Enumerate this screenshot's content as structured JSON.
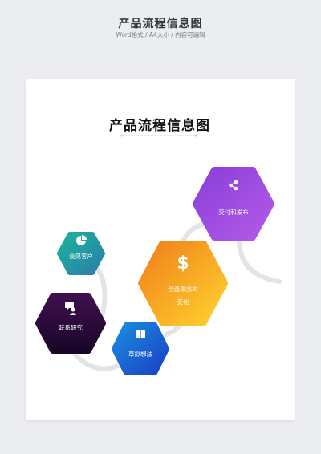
{
  "header": {
    "title": "产品流程信息图",
    "subtitle": "Word格式 / A4大小 / 内容可编辑"
  },
  "document": {
    "title": "产品流程信息图"
  },
  "steps": [
    {
      "label": "联系研究",
      "icon": "chat-person-icon"
    },
    {
      "label": "会见客户",
      "icon": "pie-chart-icon"
    },
    {
      "label": "草拟想法",
      "icon": "book-icon"
    },
    {
      "label_line1": "创造概念的",
      "label_line2": "变化",
      "icon": "dollar-icon"
    },
    {
      "label": "交付和发布",
      "icon": "share-icon"
    }
  ],
  "colors": {
    "purple_dark": "#2a0a3a",
    "teal": "#1ab39b",
    "blue": "#1a5fe0",
    "orange": "#f3a31b",
    "violet": "#9a4de0",
    "connector": "#e3e4e6"
  }
}
